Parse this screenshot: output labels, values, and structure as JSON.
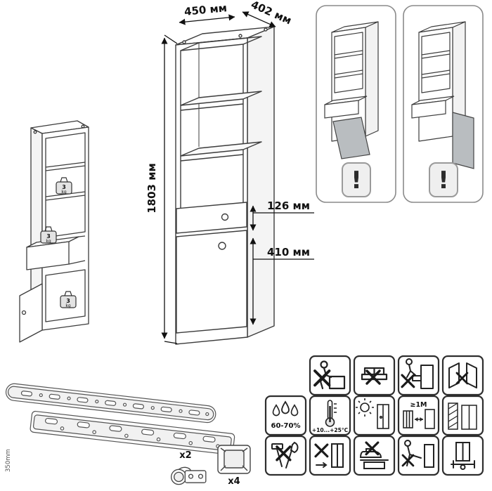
{
  "dimensions": {
    "width": "450 мм",
    "depth": "402 мм",
    "height": "1803 мм",
    "drawer_front": "126 мм",
    "door_front": "410 мм"
  },
  "load": {
    "value": "3",
    "unit": "kg"
  },
  "hardware": {
    "rail_length": "350mm",
    "rails_count": "x2",
    "brackets_count": "x4"
  },
  "warning_panels": {
    "exclamation": "!"
  },
  "conditions": {
    "humidity": "60-70%",
    "temperature": "+10...+25°C",
    "min_distance": "≥1M"
  },
  "pictograms": {
    "row1": [
      "no-sitting",
      "no-press",
      "no-standing-on-drawer",
      "no-leaning-on-doors"
    ],
    "row2": [
      "humidity",
      "temperature",
      "no-direct-sunlight",
      "heat-distance",
      "wall-placement"
    ],
    "row3": [
      "no-impact-tools",
      "no-dragging",
      "no-hot-objects",
      "no-kicking",
      "clamping"
    ]
  }
}
